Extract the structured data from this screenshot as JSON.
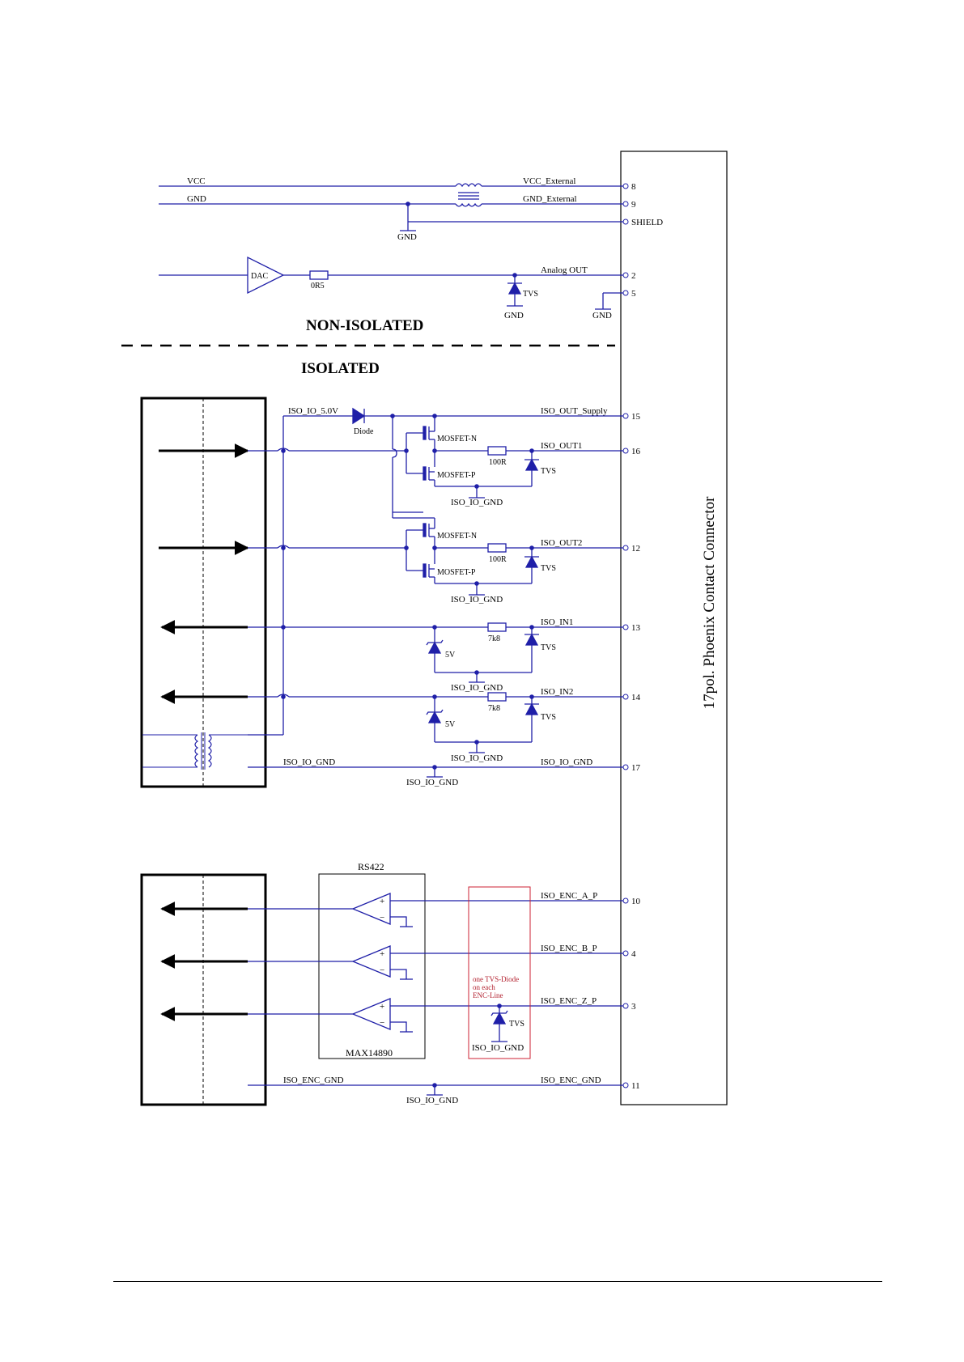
{
  "colors": {
    "wire": "#1f1fa8",
    "text": "#000000",
    "tvs_box": "#cc2233",
    "tvs_note": "#b21f2d",
    "border": "#000000"
  },
  "section_labels": {
    "non_isolated": "NON-ISOLATED",
    "isolated": "ISOLATED"
  },
  "connector": {
    "title": "17pol. Phoenix Contact Connector"
  },
  "pins": {
    "p8": "8",
    "p9": "9",
    "shield": "SHIELD",
    "p2": "2",
    "p5": "5",
    "p15": "15",
    "p16": "16",
    "p12": "12",
    "p13": "13",
    "p14": "14",
    "p17": "17",
    "p10": "10",
    "p4": "4",
    "p3": "3",
    "p11": "11"
  },
  "nets": {
    "vcc": "VCC",
    "gnd": "GND",
    "vcc_ext": "VCC_External",
    "gnd_ext": "GND_External",
    "analog_out": "Analog OUT",
    "iso_io_5v": "ISO_IO_5.0V",
    "iso_out_supply": "ISO_OUT_Supply",
    "iso_out1": "ISO_OUT1",
    "iso_out2": "ISO_OUT2",
    "iso_in1": "ISO_IN1",
    "iso_in2": "ISO_IN2",
    "iso_io_gnd": "ISO_IO_GND",
    "iso_enc_a": "ISO_ENC_A_P",
    "iso_enc_b": "ISO_ENC_B_P",
    "iso_enc_z": "ISO_ENC_Z_P",
    "iso_enc_gnd": "ISO_ENC_GND"
  },
  "components": {
    "dac": "DAC",
    "r_0r5": "0R5",
    "tvs": "TVS",
    "diode": "Diode",
    "mosfet_n": "MOSFET-N",
    "mosfet_p": "MOSFET-P",
    "r_100r": "100R",
    "r_7k8": "7k8",
    "zener_5v": "5V",
    "rs422": "RS422",
    "max14890": "MAX14890"
  },
  "tvs_note": {
    "line1": "one TVS-Diode",
    "line2": "on each",
    "line3": "ENC-Line"
  }
}
